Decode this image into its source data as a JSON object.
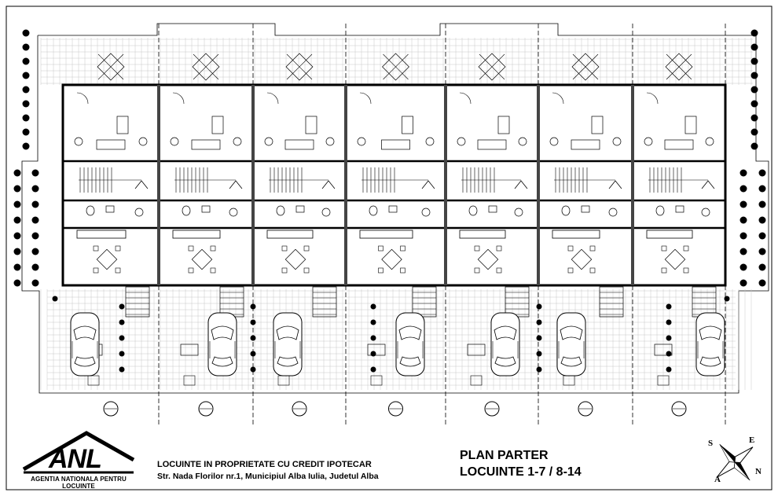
{
  "title_block": {
    "agency_logo_letters": "ANL",
    "agency_name": "AGENTIA NATIONALA PENTRU LOCUINTE",
    "project_title": "LOCUINTE IN PROPRIETATE CU CREDIT IPOTECAR",
    "project_address": "Str. Nada Florilor nr.1, Municipiul Alba Iulia, Judetul Alba",
    "sheet_title": "PLAN PARTER",
    "sheet_subtitle": "LOCUINTE 1-7 / 8-14"
  },
  "compass": {
    "s": "S",
    "e": "E",
    "n": "N",
    "a": "A"
  },
  "plan": {
    "unit_count": 7,
    "line_color": "#000000",
    "hatch_color": "#555555",
    "paving_color": "#bbbbbb"
  }
}
